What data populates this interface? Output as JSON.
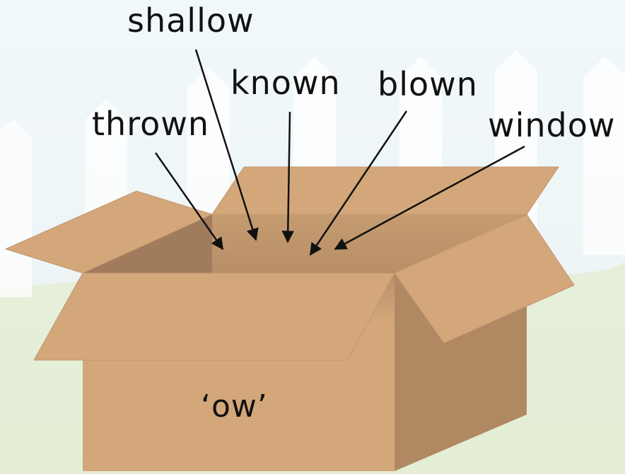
{
  "words": {
    "shallow": "shallow",
    "known": "known",
    "blown": "blown",
    "thrown": "thrown",
    "window": "window"
  },
  "box_label": "‘ow’",
  "colors": {
    "sky": "#eef6fa",
    "grass": "#e6efd9",
    "fence": "#ffffff",
    "box": "#d4a77a",
    "box_shadow": "#b08862",
    "box_dark": "#a07c5c",
    "arrow": "#111111"
  }
}
